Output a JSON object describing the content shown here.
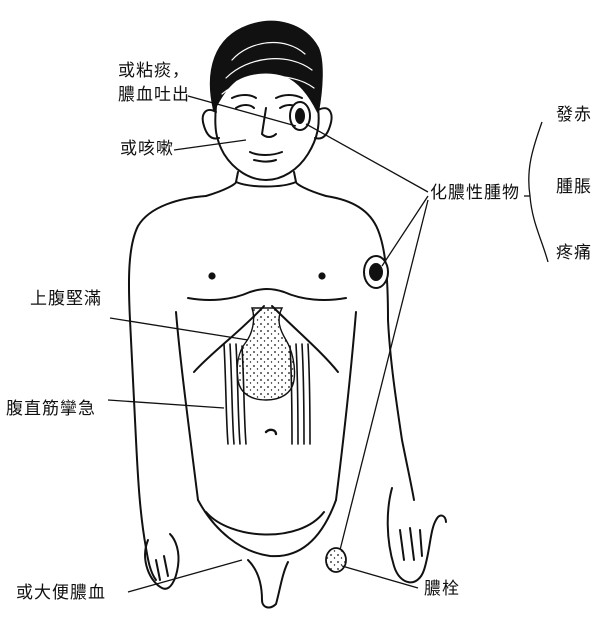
{
  "labels": {
    "phlegm_1": "或粘痰，",
    "phlegm_2": "膿血吐出",
    "cough": "或咳嗽",
    "abscess": "化膿性腫物",
    "redness": "發赤",
    "swelling": "腫脹",
    "pain": "疼痛",
    "epigastric": "上腹堅滿",
    "rectus": "腹直筋攣急",
    "stool": "或大便膿血",
    "embolus": "膿栓"
  },
  "colors": {
    "ink": "#111111",
    "paper": "#ffffff"
  }
}
